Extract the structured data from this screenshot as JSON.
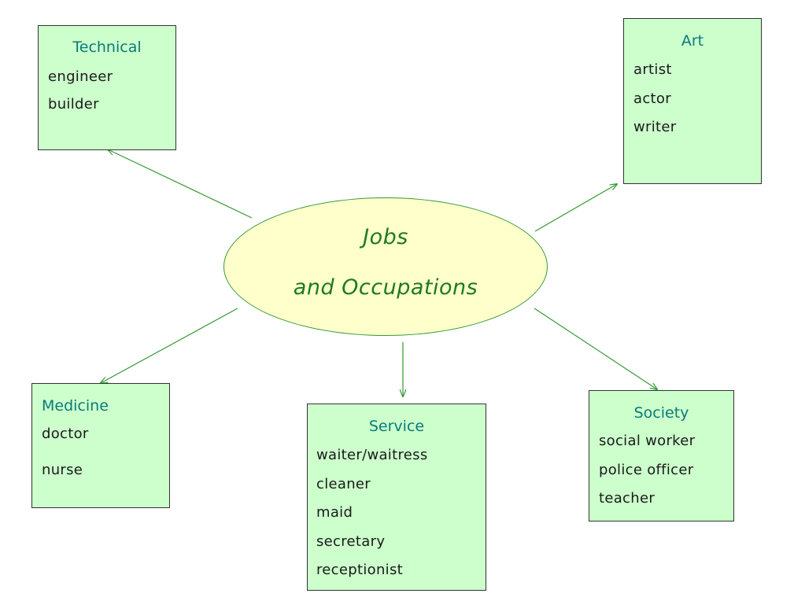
{
  "center": {
    "line1": "Jobs",
    "line2": "and Occupations"
  },
  "colors": {
    "ellipse_fill": "#ffffcc",
    "box_fill": "#ccffcc",
    "arrow": "#339933",
    "title_text": "#0a7a7a",
    "center_text": "#1e7a1e"
  },
  "categories": {
    "technical": {
      "title": "Technical",
      "items": [
        "engineer",
        "builder"
      ]
    },
    "art": {
      "title": "Art",
      "items": [
        "artist",
        "actor",
        "writer"
      ]
    },
    "medicine": {
      "title": "Medicine",
      "items": [
        "doctor",
        "nurse"
      ]
    },
    "service": {
      "title": "Service",
      "items": [
        "waiter/waitress",
        "cleaner",
        "maid",
        "secretary",
        "receptionist"
      ]
    },
    "society": {
      "title": "Society",
      "items": [
        "social worker",
        "police officer",
        "teacher"
      ]
    }
  }
}
